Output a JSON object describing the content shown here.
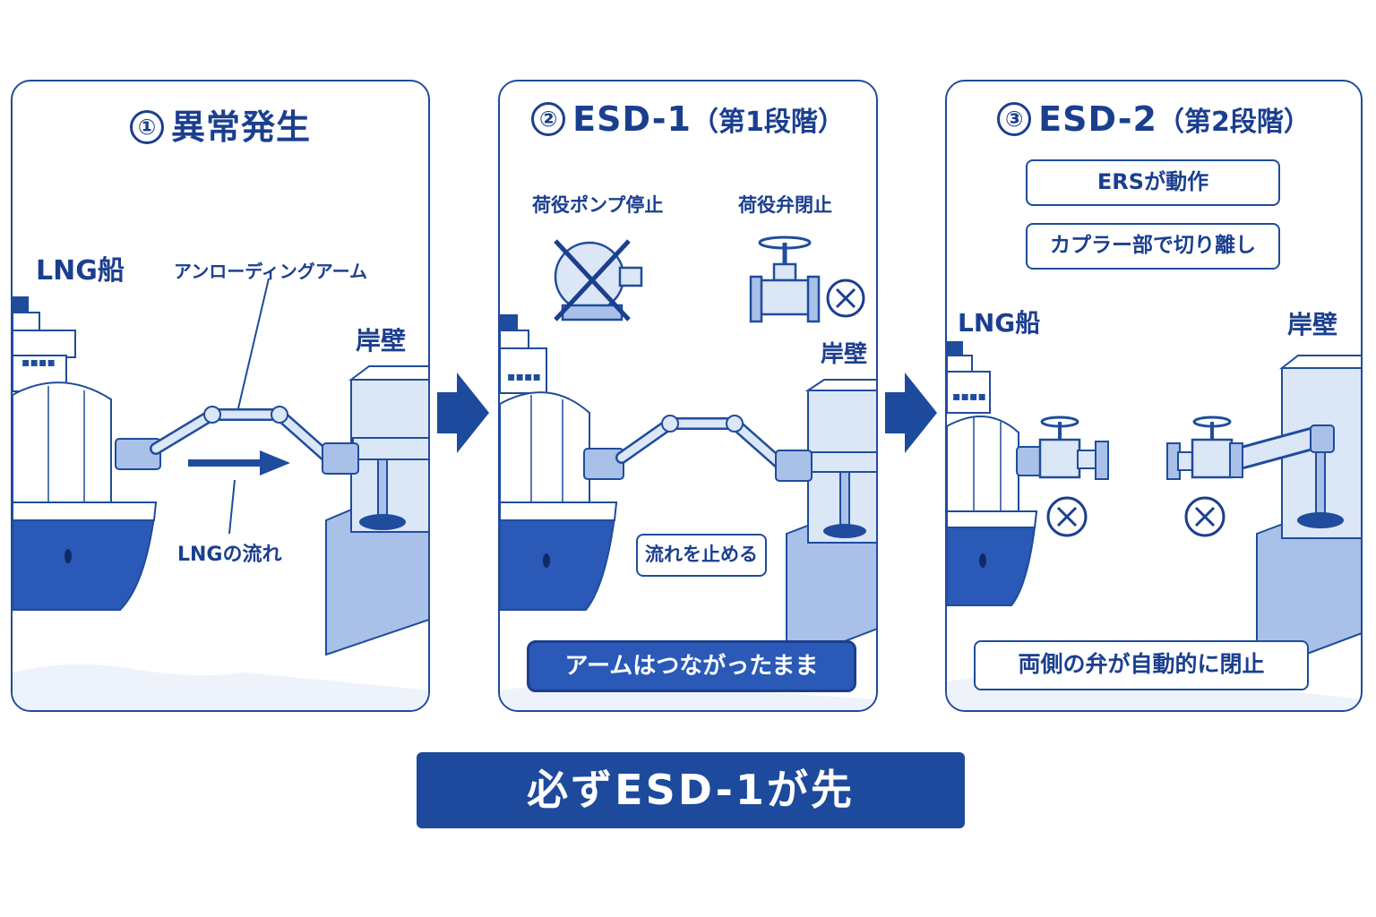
{
  "colors": {
    "primary": "#1b3f8f",
    "accent": "#2a59b7",
    "light": "#dbe6f7",
    "mid": "#a9c0e8",
    "water": "#eef3fb"
  },
  "panels": [
    {
      "number": "①",
      "title": "異常発生",
      "labels": {
        "ship": "LNG船",
        "arm": "アンローディングアーム",
        "quay": "岸壁",
        "flow": "LNGの流れ"
      }
    },
    {
      "number": "②",
      "title": "ESD-1",
      "subtitle": "（第1段階）",
      "labels": {
        "pump": "荷役ポンプ停止",
        "valve": "荷役弁閉止",
        "quay": "岸壁",
        "stop_flow": "流れを止める",
        "arm_status": "アームはつながったまま"
      }
    },
    {
      "number": "③",
      "title": "ESD-2",
      "subtitle": "（第2段階）",
      "labels": {
        "ers": "ERSが動作",
        "coupler": "カプラー部で切り離し",
        "ship": "LNG船",
        "quay": "岸壁",
        "valves_closed": "両側の弁が自動的に閉止"
      }
    }
  ],
  "icons": [
    "arrow-right-icon",
    "pump-icon",
    "gate-valve-icon",
    "closed-x-icon"
  ],
  "banner": "必ずESD-1が先"
}
